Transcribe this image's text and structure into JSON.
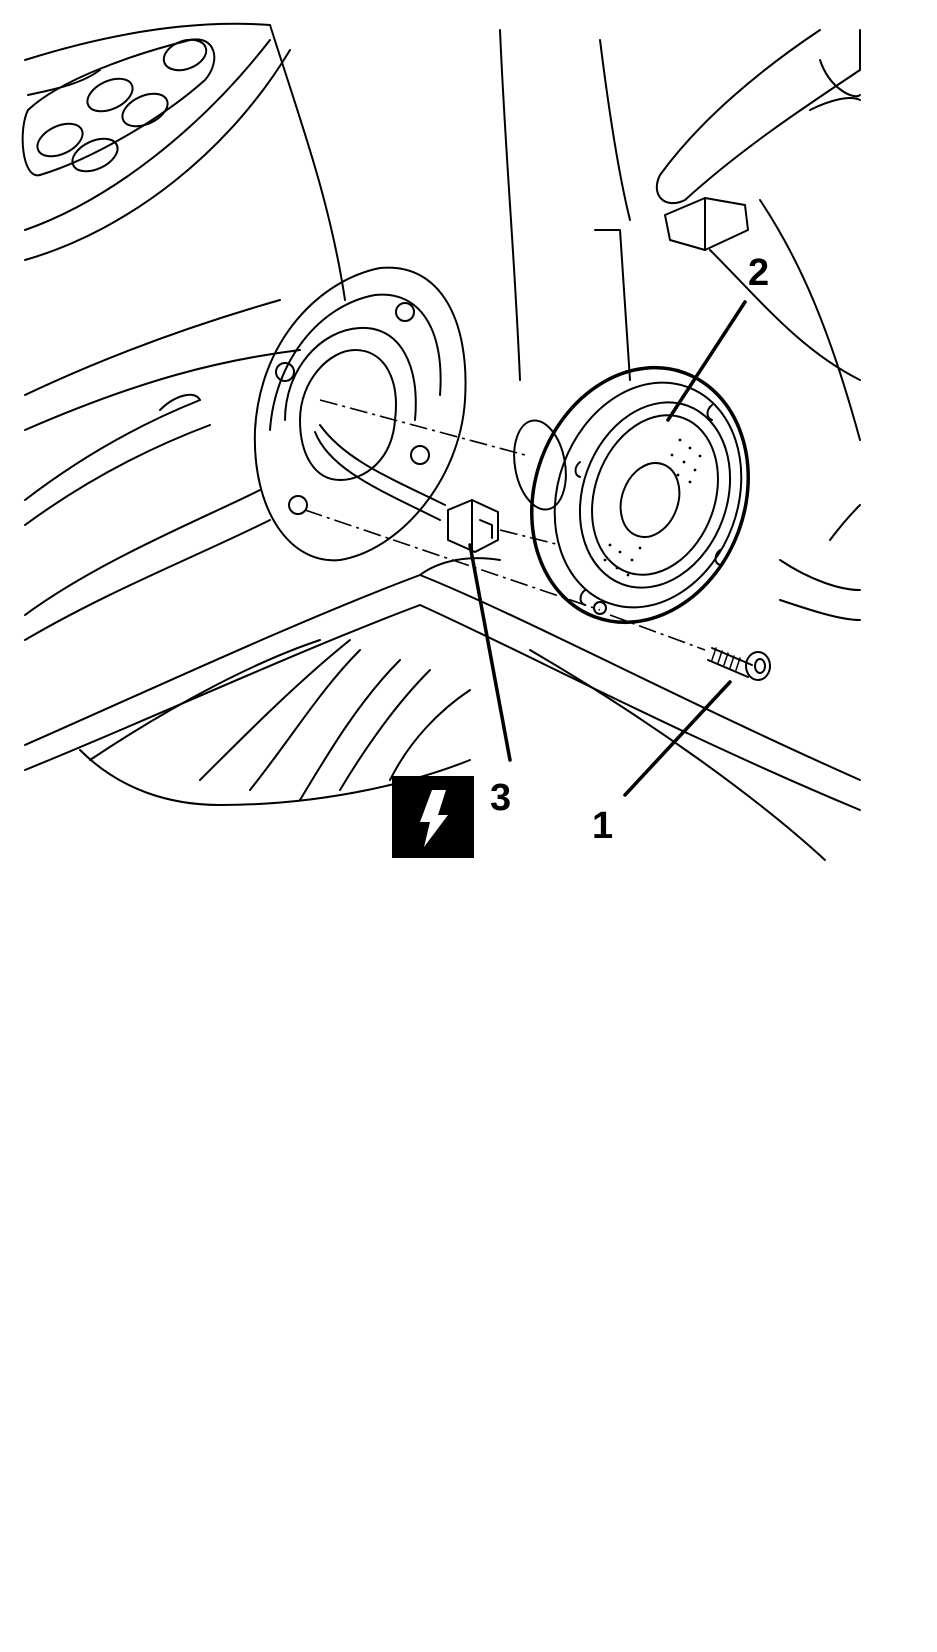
{
  "figure": {
    "callouts": [
      {
        "id": "callout-1",
        "text": "1",
        "part": "screw"
      },
      {
        "id": "callout-2",
        "text": "2",
        "part": "loudspeaker"
      },
      {
        "id": "callout-3",
        "text": "3",
        "part": "plug-connector"
      }
    ],
    "symbol": {
      "icon": "lightning-bolt-icon",
      "meaning": "electrical"
    },
    "colors": {
      "ink": "#000000",
      "paper": "#ffffff"
    }
  }
}
